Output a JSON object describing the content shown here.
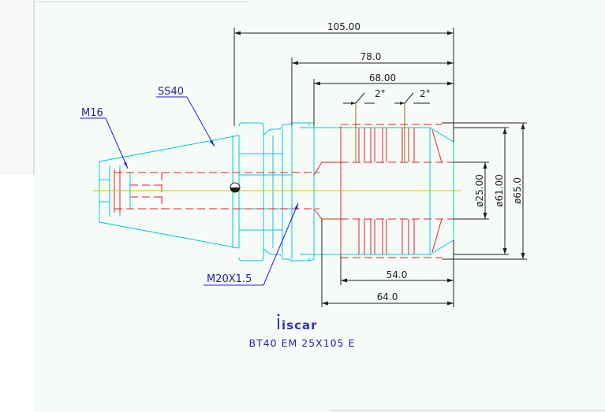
{
  "dimensions": {
    "overall_length": "105.00",
    "length_78": "78.0",
    "length_68": "68.00",
    "angle_left": "2°",
    "angle_right": "2°",
    "length_54": "54.0",
    "length_64": "64.0",
    "bore_diameter": "ø25.00",
    "body_diameter": "ø61.00",
    "flange_diameter": "ø65.0"
  },
  "callouts": {
    "taper": "SS40",
    "pull_thread": "M16",
    "screw_thread": "M20X1.5"
  },
  "caption": {
    "logo": "iscar",
    "part_name": "BT40 EM 25X105 E"
  },
  "colors": {
    "contour": "#00c8d8",
    "hidden": "#e02020",
    "dimension": "#202020",
    "callout": "#2020c0",
    "centerline": "#c8c800"
  }
}
